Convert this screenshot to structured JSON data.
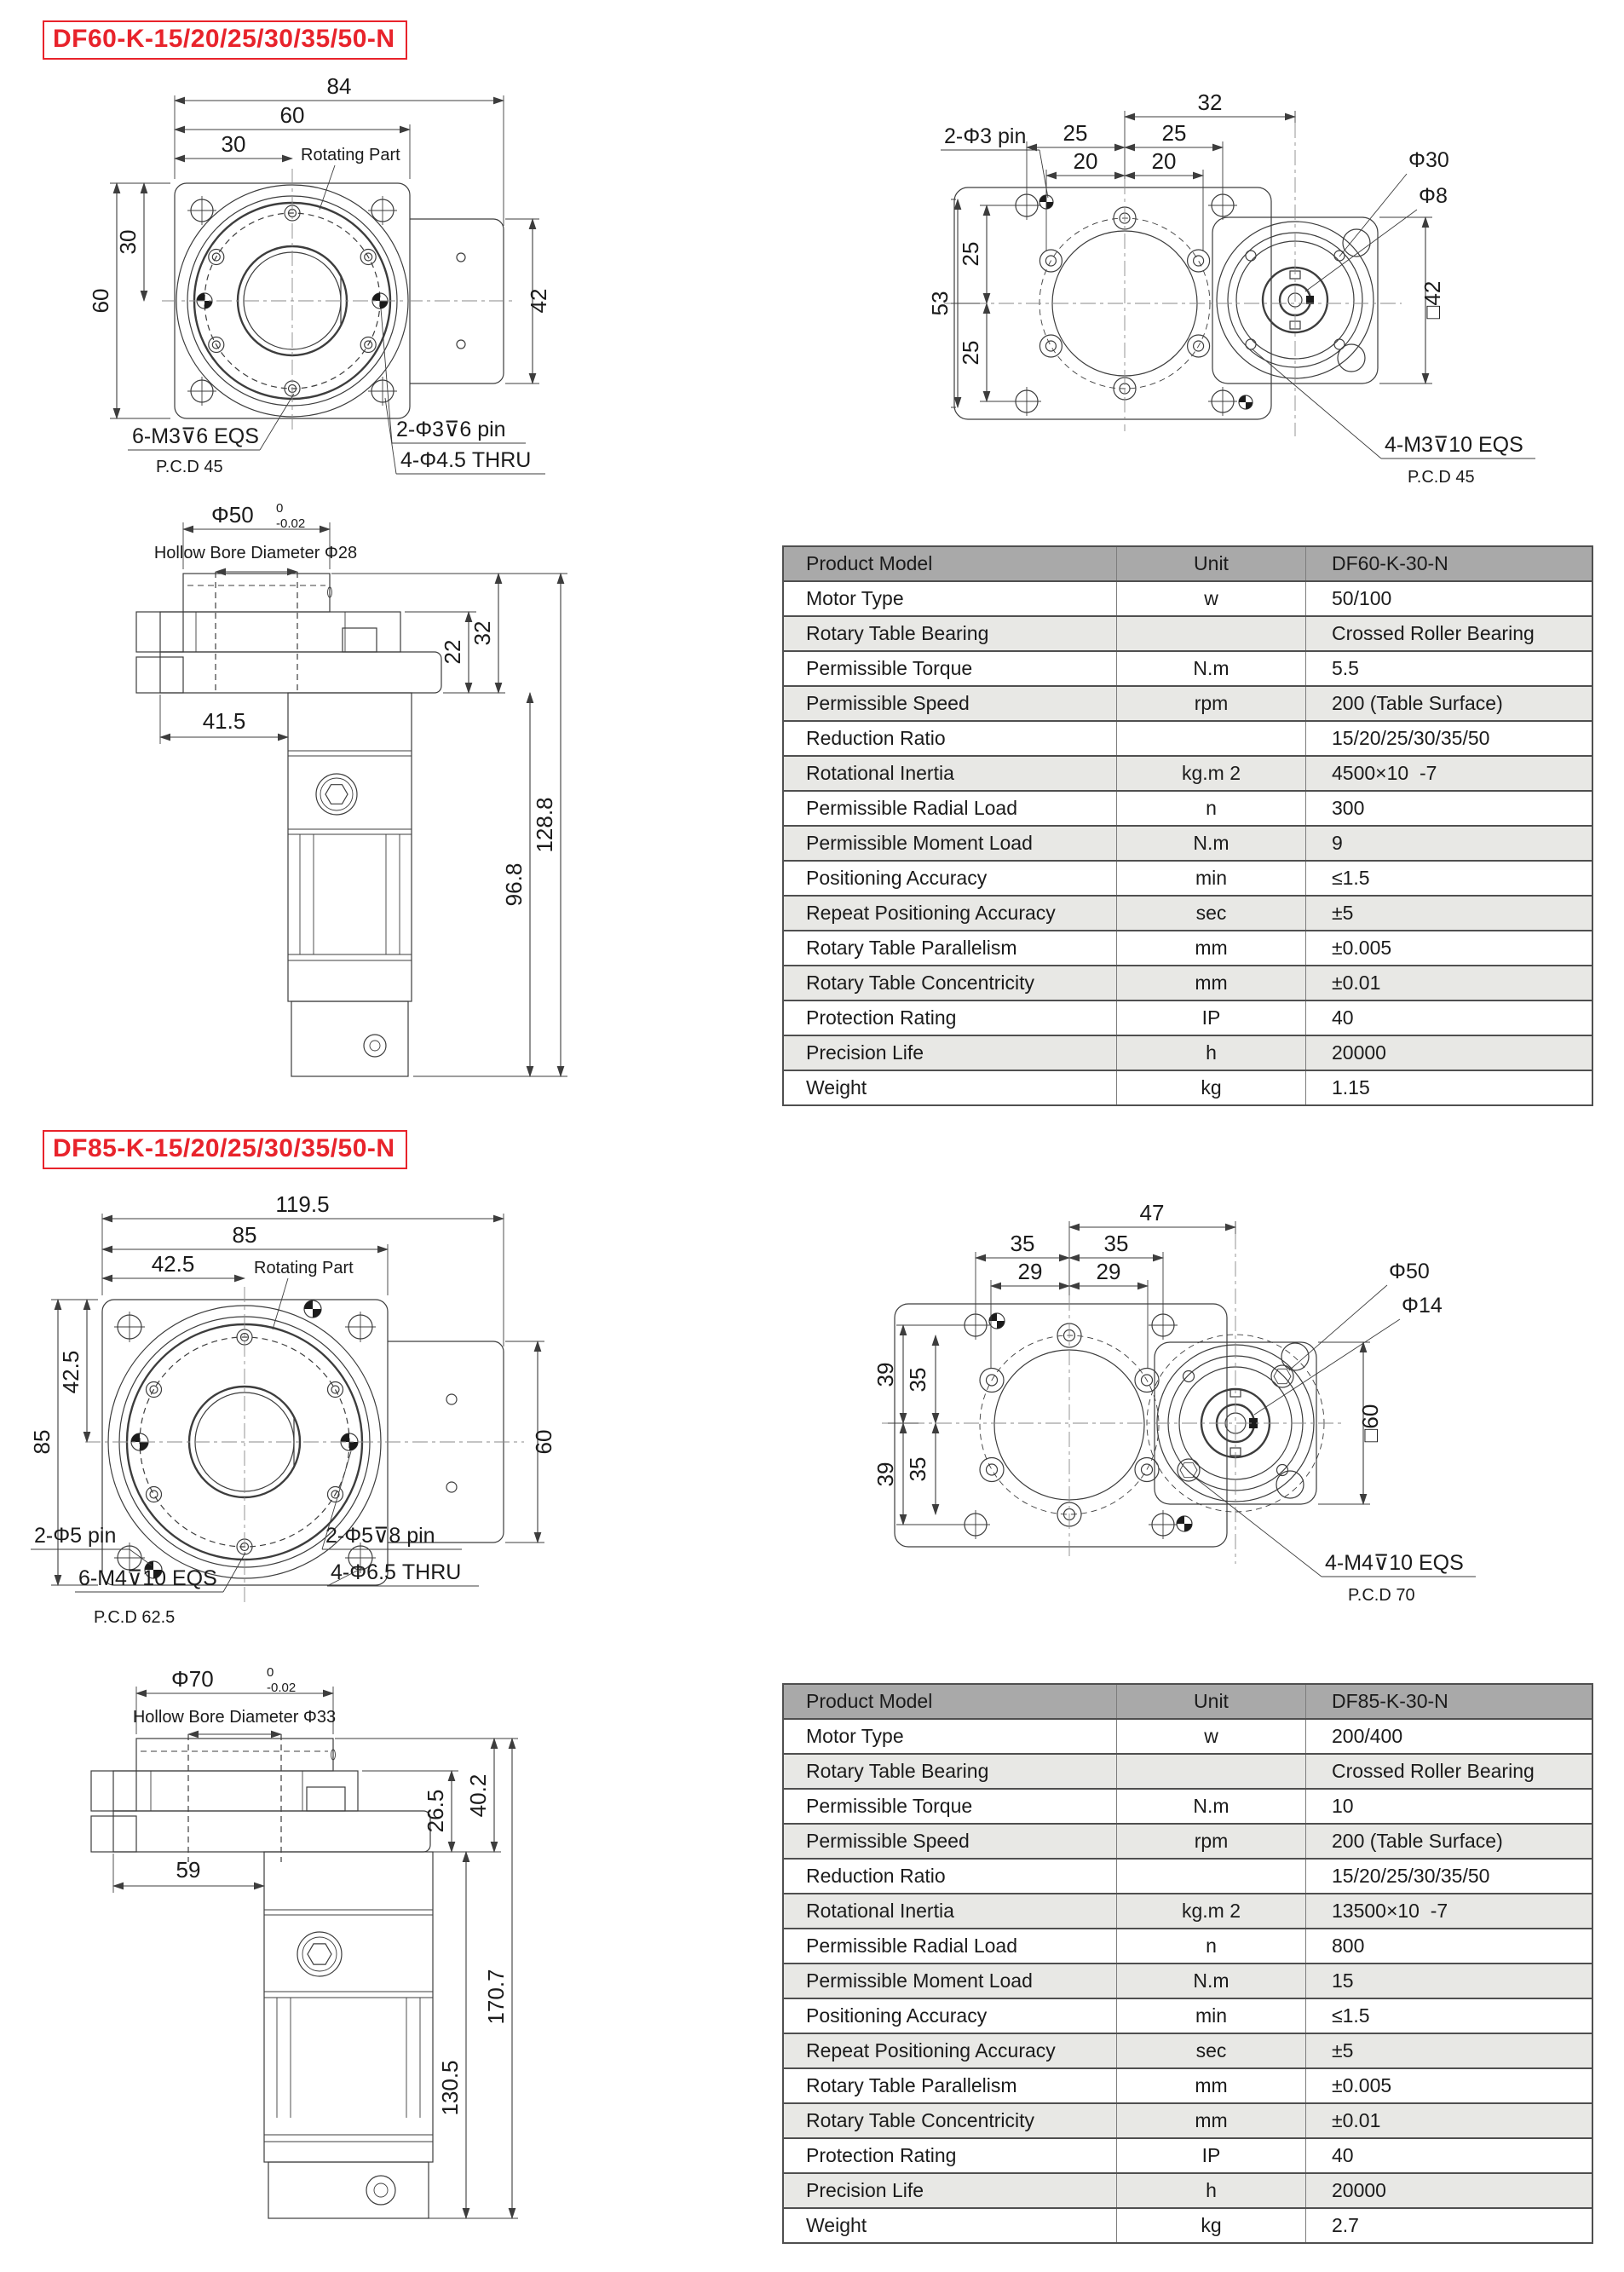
{
  "df60": {
    "title": "DF60-K-15/20/25/30/35/50-N",
    "front": {
      "d84": "84",
      "d60t": "60",
      "d30t": "30",
      "rotating": "Rotating Part",
      "d60l": "60",
      "d30l": "30",
      "d42": "42",
      "eqs": "6-M3⊽6 EQS",
      "pcd": "P.C.D 45",
      "pin": "2-Φ3⊽6 pin",
      "thru": "4-Φ4.5 THRU"
    },
    "rear": {
      "d32": "32",
      "d25a": "25",
      "d25b": "25",
      "d20a": "20",
      "d20b": "20",
      "pin": "2-Φ3 pin",
      "phi30": "Φ30",
      "phi8": "Φ8",
      "d25l1": "25",
      "d25l2": "25",
      "d53": "53",
      "sq42": "□42",
      "eqs": "4-M3⊽10 EQS",
      "pcd": "P.C.D 45"
    },
    "side": {
      "phi50": "Φ50",
      "tol0": "0",
      "tolm": "-0.02",
      "bore": "Hollow Bore Diameter Φ28",
      "d22": "22",
      "d32": "32",
      "d415": "41.5",
      "d968": "96.8",
      "d1288": "128.8"
    },
    "table": {
      "headers": [
        "Product Model",
        "Unit",
        "DF60-K-30-N"
      ],
      "rows": [
        [
          "Motor Type",
          "w",
          "50/100"
        ],
        [
          "Rotary Table Bearing",
          "",
          "Crossed Roller Bearing"
        ],
        [
          "Permissible Torque",
          "N.m",
          "5.5"
        ],
        [
          "Permissible Speed",
          "rpm",
          "200 (Table Surface)"
        ],
        [
          "Reduction Ratio",
          "",
          "15/20/25/30/35/50"
        ],
        [
          "Rotational Inertia",
          "kg.m 2",
          "4500×10  -7"
        ],
        [
          "Permissible Radial Load",
          "n",
          "300"
        ],
        [
          "Permissible Moment Load",
          "N.m",
          "9"
        ],
        [
          "Positioning Accuracy",
          "min",
          "≤1.5"
        ],
        [
          "Repeat Positioning Accuracy",
          "sec",
          "±5"
        ],
        [
          "Rotary Table Parallelism",
          "mm",
          "±0.005"
        ],
        [
          "Rotary Table Concentricity",
          "mm",
          "±0.01"
        ],
        [
          "Protection Rating",
          "IP",
          "40"
        ],
        [
          "Precision Life",
          "h",
          "20000"
        ],
        [
          "Weight",
          "kg",
          "1.15"
        ]
      ]
    }
  },
  "df85": {
    "title": "DF85-K-15/20/25/30/35/50-N",
    "front": {
      "d1195": "119.5",
      "d85t": "85",
      "d425t": "42.5",
      "rotating": "Rotating Part",
      "d85l": "85",
      "d425l": "42.5",
      "d60": "60",
      "pin5": "2-Φ5 pin",
      "eqs": "6-M4⊽10 EQS",
      "pcd": "P.C.D 62.5",
      "pin58": "2-Φ5⊽8 pin",
      "thru": "4-Φ6.5 THRU"
    },
    "rear": {
      "d47": "47",
      "d35a": "35",
      "d35b": "35",
      "d29a": "29",
      "d29b": "29",
      "phi50": "Φ50",
      "phi14": "Φ14",
      "d39a": "39",
      "d39b": "39",
      "d35l1": "35",
      "d35l2": "35",
      "sq60": "□60",
      "eqs": "4-M4⊽10 EQS",
      "pcd": "P.C.D 70"
    },
    "side": {
      "phi70": "Φ70",
      "tol0": "0",
      "tolm": "-0.02",
      "bore": "Hollow Bore Diameter Φ33",
      "d265": "26.5",
      "d402": "40.2",
      "d59": "59",
      "d1305": "130.5",
      "d1707": "170.7"
    },
    "table": {
      "headers": [
        "Product Model",
        "Unit",
        "DF85-K-30-N"
      ],
      "rows": [
        [
          "Motor Type",
          "w",
          "200/400"
        ],
        [
          "Rotary Table Bearing",
          "",
          "Crossed Roller Bearing"
        ],
        [
          "Permissible Torque",
          "N.m",
          "10"
        ],
        [
          "Permissible Speed",
          "rpm",
          "200 (Table Surface)"
        ],
        [
          "Reduction Ratio",
          "",
          "15/20/25/30/35/50"
        ],
        [
          "Rotational Inertia",
          "kg.m 2",
          "13500×10  -7"
        ],
        [
          "Permissible Radial Load",
          "n",
          "800"
        ],
        [
          "Permissible Moment Load",
          "N.m",
          "15"
        ],
        [
          "Positioning Accuracy",
          "min",
          "≤1.5"
        ],
        [
          "Repeat Positioning Accuracy",
          "sec",
          "±5"
        ],
        [
          "Rotary Table Parallelism",
          "mm",
          "±0.005"
        ],
        [
          "Rotary Table Concentricity",
          "mm",
          "±0.01"
        ],
        [
          "Protection Rating",
          "IP",
          "40"
        ],
        [
          "Precision Life",
          "h",
          "20000"
        ],
        [
          "Weight",
          "kg",
          "2.7"
        ]
      ]
    }
  }
}
